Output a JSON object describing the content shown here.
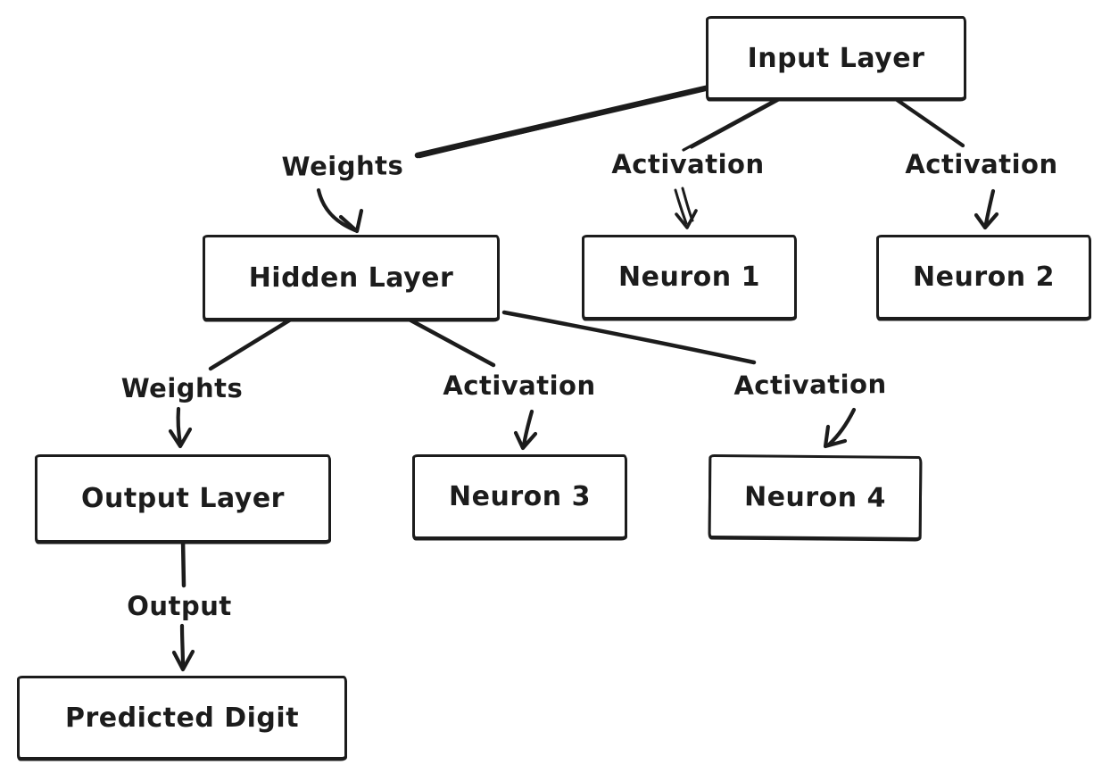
{
  "diagram": {
    "background_color": "#ffffff",
    "stroke_color": "#1c1c1c",
    "nodes": {
      "input_layer": {
        "label": "Input Layer"
      },
      "hidden_layer": {
        "label": "Hidden Layer"
      },
      "neuron_1": {
        "label": "Neuron 1"
      },
      "neuron_2": {
        "label": "Neuron 2"
      },
      "output_layer": {
        "label": "Output Layer"
      },
      "neuron_3": {
        "label": "Neuron 3"
      },
      "neuron_4": {
        "label": "Neuron 4"
      },
      "predicted_digit": {
        "label": "Predicted Digit"
      }
    },
    "edge_labels": {
      "weights_1": "Weights",
      "activation_1": "Activation",
      "activation_2": "Activation",
      "weights_2": "Weights",
      "activation_3": "Activation",
      "activation_4": "Activation",
      "output_1": "Output"
    },
    "edges": [
      {
        "from": "Input Layer",
        "to": "Hidden Layer",
        "label": "Weights"
      },
      {
        "from": "Input Layer",
        "to": "Neuron 1",
        "label": "Activation"
      },
      {
        "from": "Input Layer",
        "to": "Neuron 2",
        "label": "Activation"
      },
      {
        "from": "Hidden Layer",
        "to": "Output Layer",
        "label": "Weights"
      },
      {
        "from": "Hidden Layer",
        "to": "Neuron 3",
        "label": "Activation"
      },
      {
        "from": "Hidden Layer",
        "to": "Neuron 4",
        "label": "Activation"
      },
      {
        "from": "Output Layer",
        "to": "Predicted Digit",
        "label": "Output"
      }
    ]
  }
}
